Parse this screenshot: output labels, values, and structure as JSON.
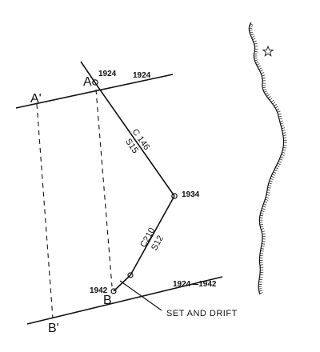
{
  "points": {
    "a": "A",
    "a_prime": "A'",
    "b": "B",
    "b_prime": "B'"
  },
  "times": {
    "t1924_point": "1924",
    "t1924_lop": "1924",
    "t1934": "1934",
    "t1942": "1942",
    "lop_advanced": "1924—1942"
  },
  "legs": {
    "leg1_course": "C 146",
    "leg1_speed": "S15",
    "leg2_course": "C210",
    "leg2_speed": "S12"
  },
  "annotation": {
    "set_and_drift": "SET AND DRIFT"
  },
  "icons": {
    "landmark": "star-icon",
    "coastline": "hatched-coastline"
  }
}
